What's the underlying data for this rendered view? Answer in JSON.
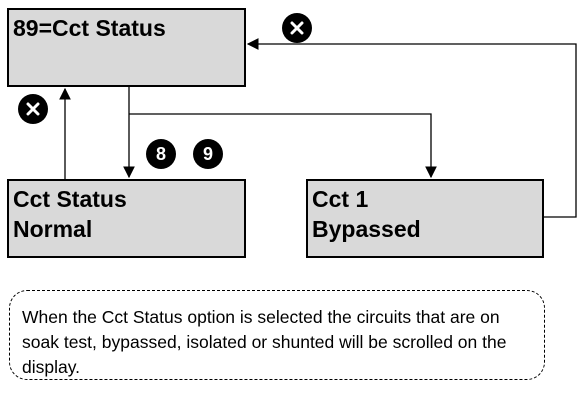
{
  "screens": {
    "main": {
      "line1": "89=Cct Status"
    },
    "normal": {
      "line1": "Cct Status",
      "line2": "Normal"
    },
    "bypassed": {
      "line1": "Cct 1",
      "line2": "Bypassed"
    }
  },
  "keys": {
    "esc_top": "close-icon",
    "esc_left": "close-icon",
    "key8": "8",
    "key9": "9"
  },
  "note": {
    "text": "When the Cct Status option is selected the circuits that are on soak test, bypassed, isolated or shunted will be scrolled on the display."
  }
}
